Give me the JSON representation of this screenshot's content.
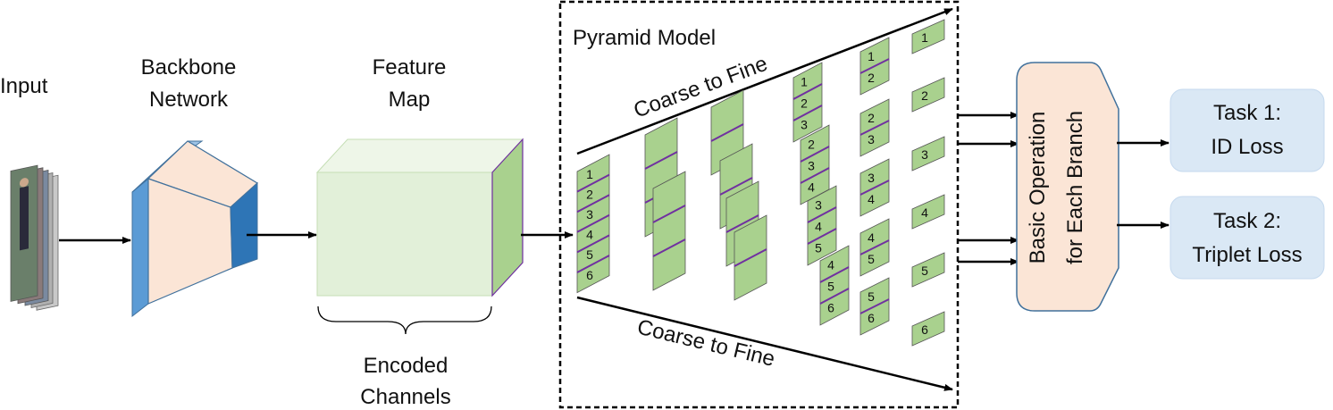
{
  "labels": {
    "input": "Input",
    "backbone_line1": "Backbone",
    "backbone_line2": "Network",
    "feature_line1": "Feature",
    "feature_line2": "Map",
    "encoded_line1": "Encoded",
    "encoded_line2": "Channels",
    "pyramid_title": "Pyramid Model",
    "coarse_top": "Coarse to Fine",
    "coarse_bottom": "Coarse to Fine",
    "basic_line1": "Basic Operation",
    "basic_line2": "for Each Branch",
    "task1_line1": "Task 1:",
    "task1_line2": "ID Loss",
    "task2_line1": "Task 2:",
    "task2_line2": "Triplet Loss"
  },
  "stripe_numbers": [
    "1",
    "2",
    "3",
    "4",
    "5",
    "6"
  ],
  "colors": {
    "stripe_fill": "#a9d18e",
    "stripe_divider": "#7030a0",
    "feature_front": "#e2f0d9",
    "feature_side": "#a9d18e",
    "backbone_face": "#fbe5d6",
    "backbone_blue": "#5b9bd5",
    "backbone_dark": "#2e75b6",
    "basic_fill": "#fbe5d6",
    "task_fill": "#dae8f5"
  }
}
